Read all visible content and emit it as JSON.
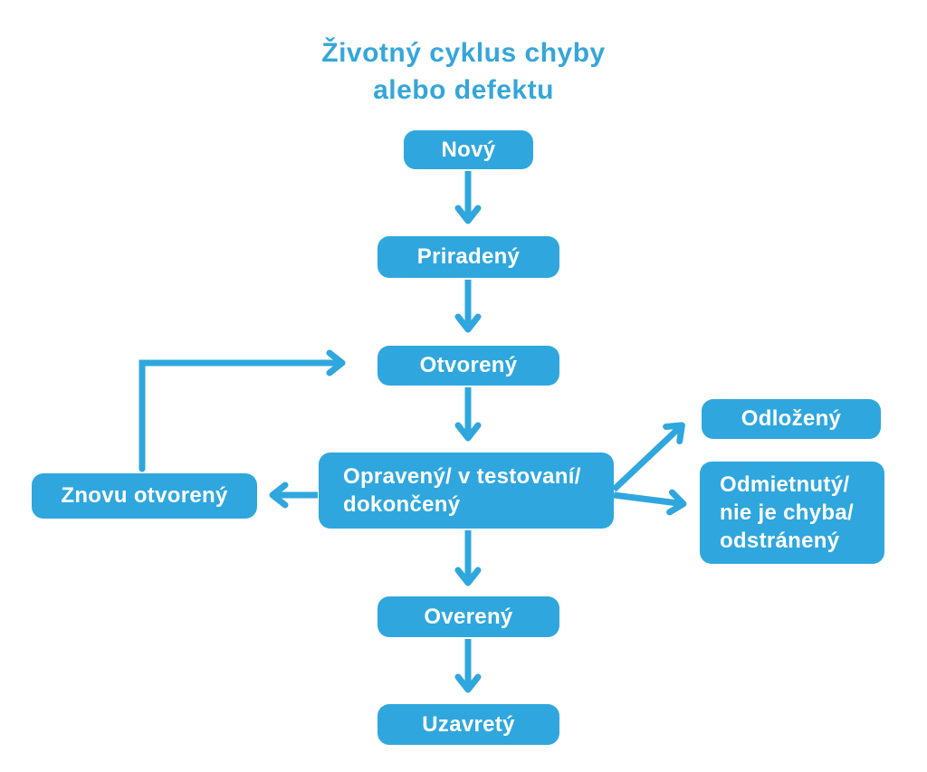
{
  "title": {
    "lines": [
      "Životný cyklus chyby",
      "alebo defektu"
    ]
  },
  "colors": {
    "background": "#ffffff",
    "accent": "#2fa7de",
    "title_text": "#35a6da",
    "node_text": "#ffffff"
  },
  "diagram": {
    "type": "flowchart",
    "nodes": {
      "novy": {
        "label": "Nový"
      },
      "priradeny": {
        "label": "Priradený"
      },
      "otvoreny": {
        "label": "Otvorený"
      },
      "opraveny": {
        "label": "Opravený/ v testovaní/ dokončený",
        "lines": [
          "Opravený/ v testovaní/",
          "dokončený"
        ]
      },
      "odlozeny": {
        "label": "Odložený"
      },
      "odmietnuty": {
        "label": "Odmietnutý/ nie je chyba/ odstránený",
        "lines": [
          "Odmietnutý/",
          "nie je chyba/",
          "odstránený"
        ]
      },
      "znovu_otvoreny": {
        "label": "Znovu otvorený"
      },
      "overeny": {
        "label": "Overený"
      },
      "uzavrety": {
        "label": "Uzavretý"
      }
    },
    "edges": [
      {
        "from": "novy",
        "to": "priradeny"
      },
      {
        "from": "priradeny",
        "to": "otvoreny"
      },
      {
        "from": "otvoreny",
        "to": "opraveny"
      },
      {
        "from": "opraveny",
        "to": "odlozeny"
      },
      {
        "from": "opraveny",
        "to": "odmietnuty"
      },
      {
        "from": "opraveny",
        "to": "znovu_otvoreny"
      },
      {
        "from": "znovu_otvoreny",
        "to": "otvoreny"
      },
      {
        "from": "opraveny",
        "to": "overeny"
      },
      {
        "from": "overeny",
        "to": "uzavrety"
      }
    ]
  }
}
